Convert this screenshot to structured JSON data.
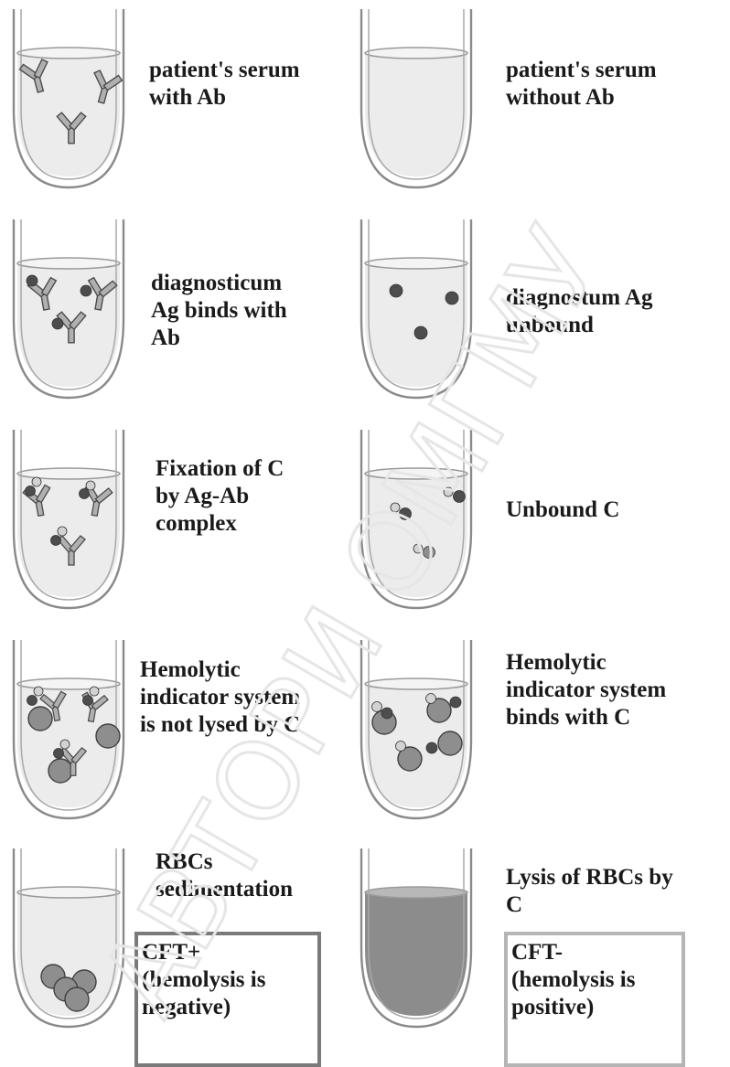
{
  "colors": {
    "tube_outline": "#8a8a8a",
    "liquid": "#ececec",
    "lysed_liquid": "#8c8c8c",
    "antibody_fill": "#b0b0b0",
    "antibody_stroke": "#4a4a4a",
    "antigen": "#4d4d4d",
    "complement": "#d2d2d2",
    "rbc": "#8e8e8e",
    "cft_positive_border": "#7a7a7a",
    "cft_negative_border": "#b5b5b5",
    "watermark": "#e6e6e6"
  },
  "rows": [
    {
      "left": {
        "lines": [
          "patient's serum",
          "with Ab"
        ],
        "icon": "antibody-tube-icon"
      },
      "right": {
        "lines": [
          "patient's serum",
          "without Ab"
        ],
        "icon": "empty-serum-tube-icon"
      }
    },
    {
      "left": {
        "lines": [
          "diagnosticum",
          "Ag binds with",
          "Ab"
        ],
        "icon": "antigen-antibody-tube-icon"
      },
      "right": {
        "lines": [
          "diagnostum Ag",
          "unbound"
        ],
        "icon": "unbound-antigen-tube-icon"
      }
    },
    {
      "left": {
        "lines": [
          "Fixation of C",
          "by Ag-Ab",
          "complex"
        ],
        "icon": "complement-fixation-tube-icon"
      },
      "right": {
        "lines": [
          "Unbound C"
        ],
        "icon": "unbound-complement-tube-icon"
      }
    },
    {
      "left": {
        "lines": [
          "Hemolytic",
          "indicator system",
          "is not lysed by C"
        ],
        "icon": "hemolytic-system-unlysed-tube-icon"
      },
      "right": {
        "lines": [
          "Hemolytic",
          "indicator system",
          "binds with C"
        ],
        "icon": "hemolytic-system-bound-tube-icon"
      }
    },
    {
      "left": {
        "lines": [
          "RBCs",
          "sedimentation"
        ],
        "icon": "rbc-sediment-tube-icon"
      },
      "right": {
        "lines": [
          "Lysis of RBCs by",
          "C"
        ],
        "icon": "lysed-tube-icon"
      }
    }
  ],
  "results": {
    "positive": {
      "lines": [
        "CFT+",
        "(hemolysis is",
        "negative)"
      ]
    },
    "negative": {
      "lines": [
        "CFT-",
        "(hemolysis is",
        "positive)"
      ]
    }
  },
  "watermark": "АВТОРИ ОМГМУ"
}
